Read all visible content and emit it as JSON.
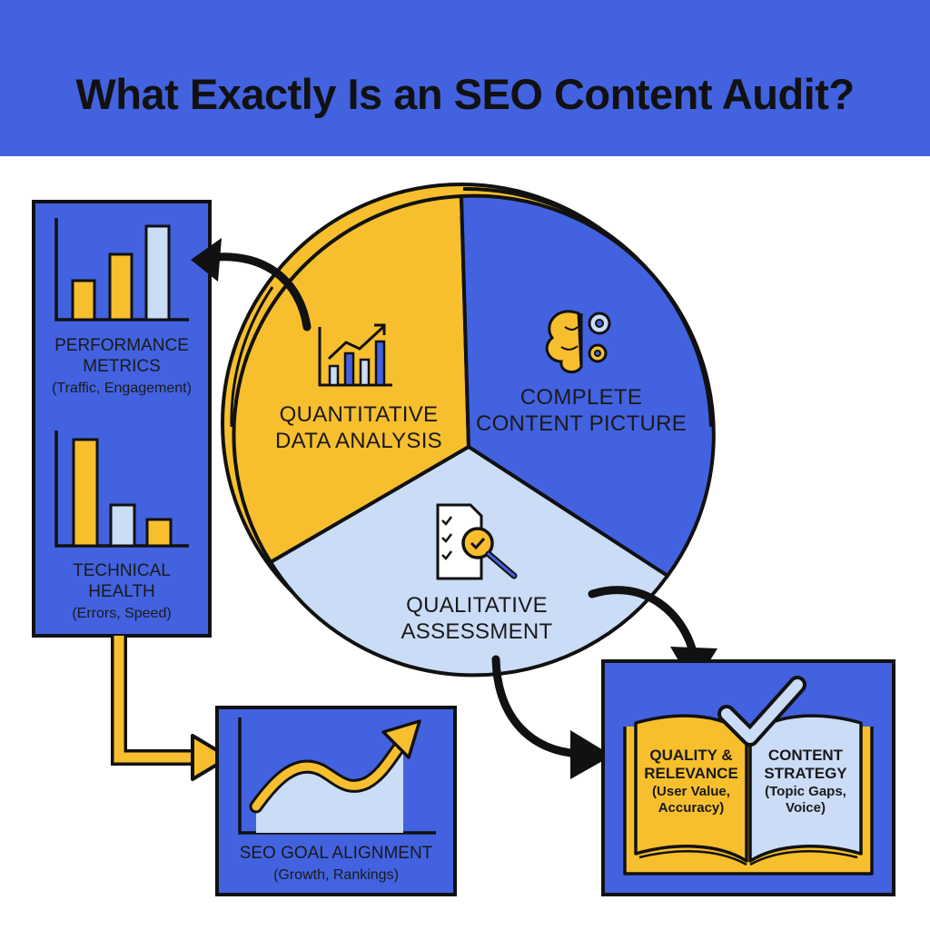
{
  "header": {
    "title": "What Exactly Is an SEO Content Audit?"
  },
  "colors": {
    "blue": "#4262e0",
    "yellow": "#f7bf2e",
    "light_blue": "#cadcf6",
    "outline": "#111111"
  },
  "wheel": {
    "quantitative": {
      "line1": "QUANTITATIVE",
      "line2": "DATA ANALYSIS",
      "icon": "bar-chart-trend-icon"
    },
    "complete": {
      "line1": "COMPLETE",
      "line2": "CONTENT PICTURE",
      "icon": "brain-gears-icon"
    },
    "qualitative": {
      "line1": "QUALITATIVE",
      "line2": "ASSESSMENT",
      "icon": "checklist-magnifier-icon"
    }
  },
  "left_panel": {
    "performance": {
      "line1": "PERFORMANCE",
      "line2": "METRICS",
      "sub": "(Traffic, Engagement)",
      "icon": "rising-bar-chart-icon"
    },
    "technical": {
      "line1": "TECHNICAL",
      "line2": "HEALTH",
      "sub": "(Errors, Speed)",
      "icon": "falling-bar-chart-icon"
    }
  },
  "goal_card": {
    "title": "SEO GOAL ALIGNMENT",
    "sub": "(Growth, Rankings)",
    "icon": "growth-arrow-chart-icon"
  },
  "book_card": {
    "left_title1": "QUALITY &",
    "left_title2": "RELEVANCE",
    "left_sub1": "(User Value,",
    "left_sub2": "Accuracy)",
    "right_title1": "CONTENT",
    "right_title2": "STRATEGY",
    "right_sub1": "(Topic Gaps,",
    "right_sub2": "Voice)",
    "icon": "open-book-checkmark-icon"
  }
}
